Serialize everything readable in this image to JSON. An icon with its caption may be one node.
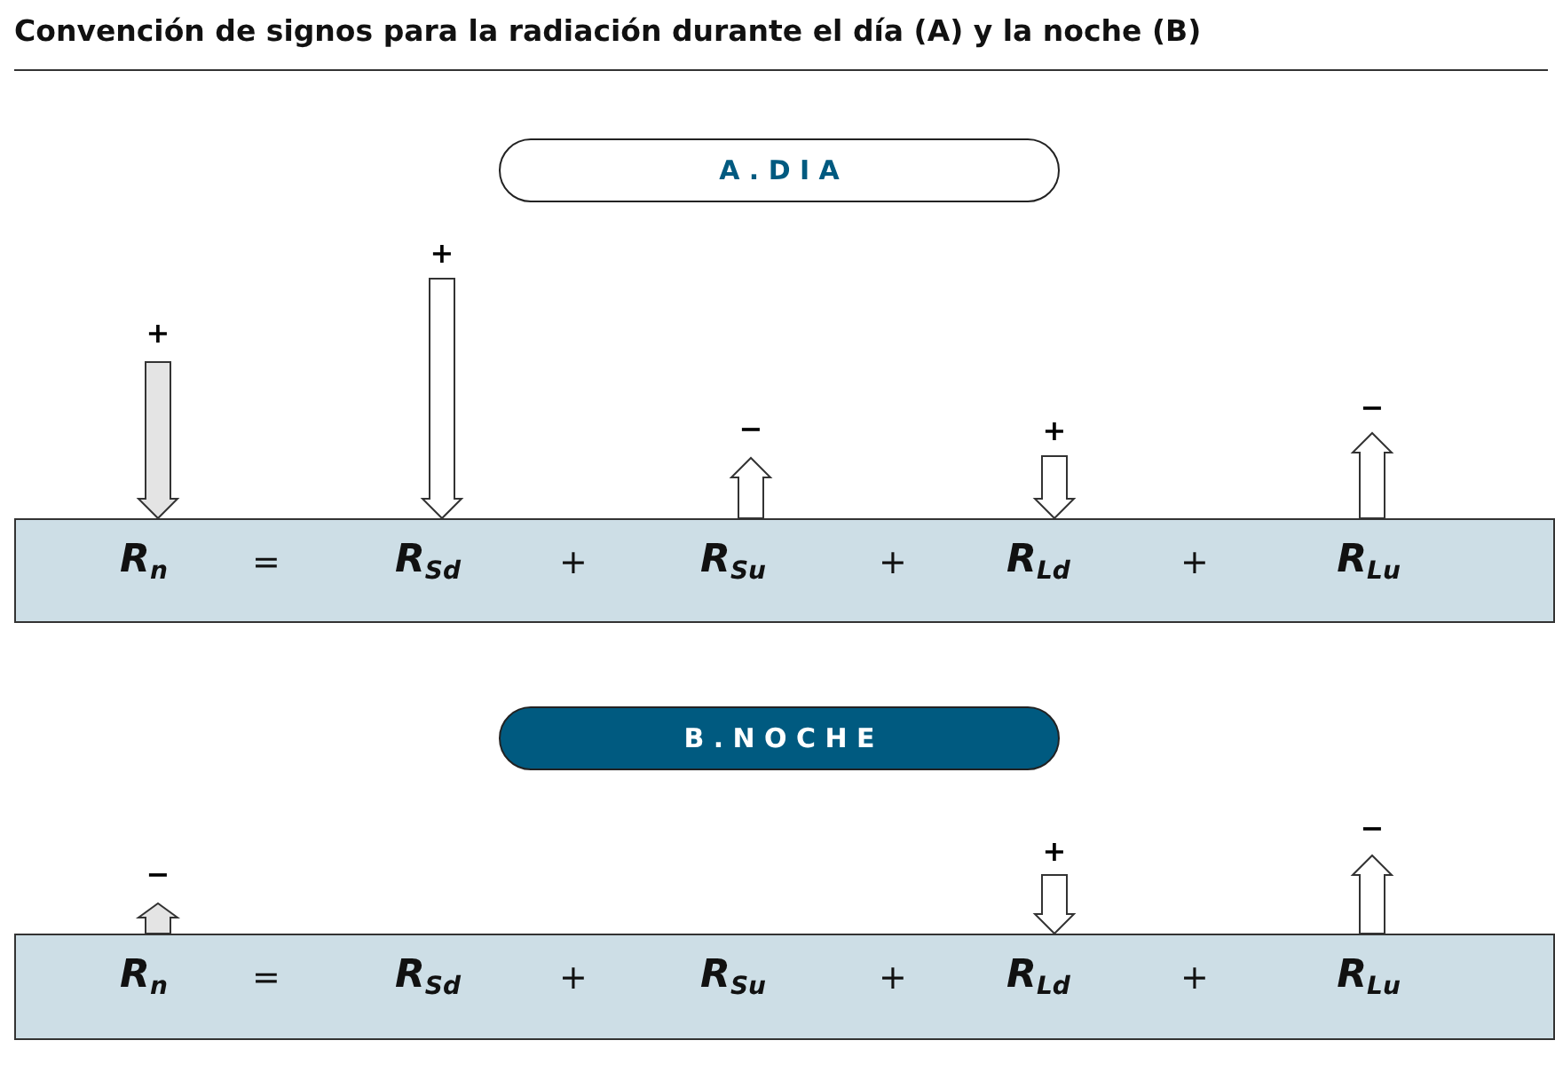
{
  "diagram": {
    "title": "Convención de signos para la radiación durante el día (A) y la noche (B)",
    "nodes": [
      {
        "text": [
          "A . D I A"
        ]
      },
      {
        "text": [
          "R$_{n}$",
          "=",
          "R$_{Sd}$",
          "+",
          "R$_{Su}$",
          "+",
          "R$_{Ld}$",
          "+",
          "R$_{Lu}$"
        ]
      },
      {
        "text": [
          "B . N O C H E"
        ]
      },
      {
        "text": [
          "R$_{n}$",
          "=",
          "R$_{Sd}$",
          "+",
          "R$_{Su}$",
          "+",
          "R$_{Ld}$",
          "+",
          "R$_{Lu}$"
        ]
      }
    ],
    "edges": [],
    "labels": [
      "+",
      "+",
      "−",
      "+",
      "−",
      "−",
      "+",
      "−"
    ]
  }
}
